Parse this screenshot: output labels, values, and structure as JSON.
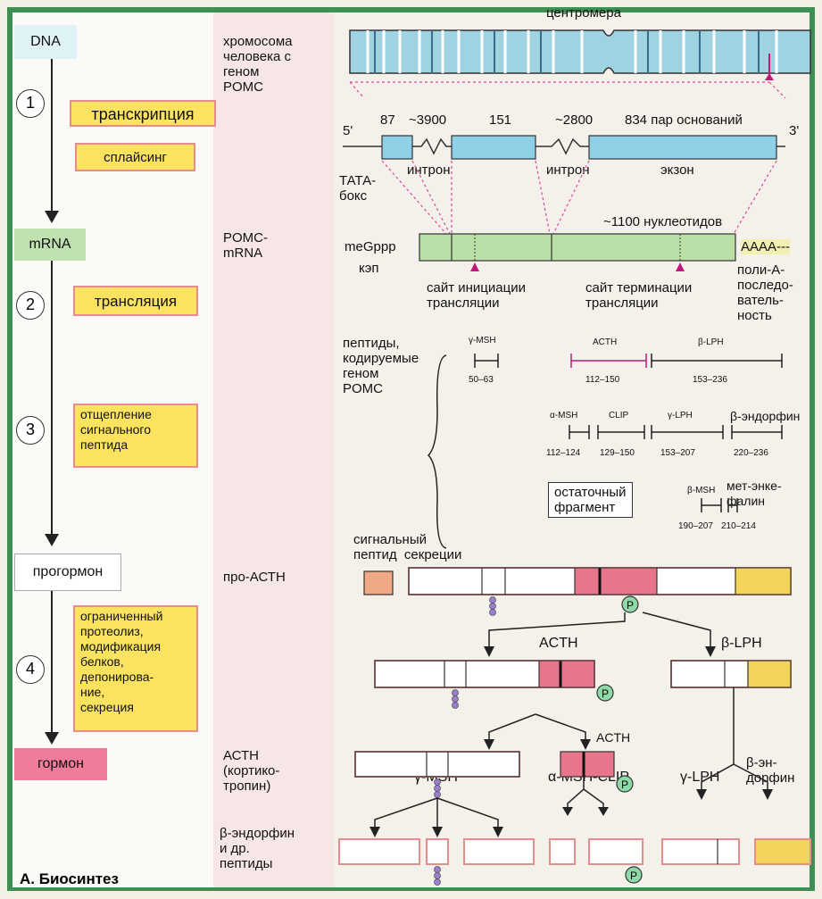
{
  "left_column": {
    "dna": "DNA",
    "steps": [
      "1",
      "2",
      "3",
      "4"
    ],
    "transcription": "транскрипция",
    "splicing": "сплайсинг",
    "mrna": "mRNA",
    "translation": "трансляция",
    "signal_cleavage": "отщепление\nсигнального\nпептида",
    "prohormone": "прогормон",
    "processing": "ограниченный\nпротеолиз,\nмодификация\nбелков,\nдепонирова-\nние,\nсекреция",
    "hormone": "гормон"
  },
  "middle_column": {
    "chromosome_label": "хромосома\nчеловека с\nгеном\nPOMC",
    "pomc_mrna_label": "POMC-\nmRNA",
    "pro_acth_label": "про-АСТН",
    "acth_label": "АСТН\n(кортико-\nтропин)",
    "peptides_label": "β-эндорфин\nи др.\nпептиды"
  },
  "chromosome": {
    "centromere": "центромера"
  },
  "gene": {
    "five_prime": "5'",
    "three_prime": "3'",
    "sizes": [
      "87",
      "~3900",
      "151",
      "~2800",
      "834 пар оснований"
    ],
    "intron1": "интрон",
    "intron2": "интрон",
    "exon": "экзон",
    "tata_box": "ТАТА-\nбокс"
  },
  "mrna": {
    "length": "~1100 нуклеотидов",
    "cap": "meGppp",
    "cap_label": "кэп",
    "polya": "AAAA---",
    "polya_label": "поли-А-\nпоследо-\nватель-\nность",
    "init_site": "сайт инициации\nтрансляции",
    "term_site": "сайт терминации\nтрансляции"
  },
  "peptides": {
    "header": "пептиды,\nкодируемые\nгеном\nPOMC",
    "gamma_msh": "γ-MSH",
    "gamma_msh_range": "50–63",
    "acth": "ACTH",
    "acth_range": "112–150",
    "beta_lph": "β-LPH",
    "beta_lph_range": "153–236",
    "alpha_msh": "α-MSH",
    "alpha_msh_range": "112–124",
    "clip": "CLIP",
    "clip_range": "129–150",
    "gamma_lph": "γ-LPH",
    "gamma_lph_range": "153–207",
    "beta_endorphin": "β-эндорфин",
    "beta_endorphin_range": "220–236",
    "residual": "остаточный\nфрагмент",
    "beta_msh": "β-MSH",
    "beta_msh_range": "190–207",
    "met_enkephalin": "мет-энке-\nфалин",
    "met_enkephalin_range": "210–214",
    "signal_peptide": "сигнальный\nпептид  секреции"
  },
  "cascade": {
    "acth": "ACTH",
    "beta_lph": "β-LPH",
    "acth2": "ACTH",
    "phospho": "P",
    "gamma_msh": "γ-MSH",
    "alpha_msh_clip": "α-MSH-CLIP",
    "gamma_lph": "γ-LPH",
    "beta_endorphin": "β-эн-\nдорфин"
  },
  "figure_title": "А. Биосинтез",
  "colors": {
    "frame": "#3f8f55",
    "chromosome": "#9fd3e2",
    "exon": "#8fd0e6",
    "mrna": "#b9dfa6",
    "acth_pink": "#e8758c",
    "lph_yellow": "#f3d35a",
    "label_yellow": "#fbe360"
  }
}
